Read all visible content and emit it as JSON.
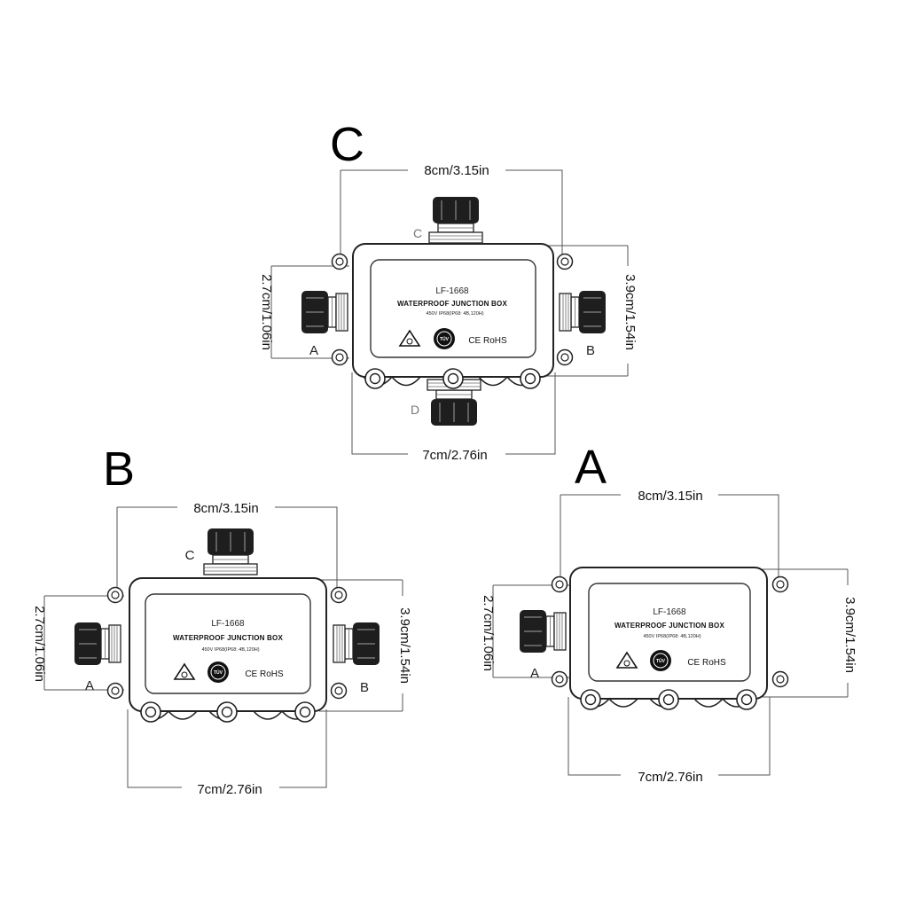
{
  "variants": {
    "C": {
      "letter": "C",
      "top_dim": "8cm/3.15in",
      "bottom_dim": "7cm/2.76in",
      "left_dim": "2.7cm/1.06in",
      "right_dim": "3.9cm/1.54in",
      "port_left": "A",
      "port_right": "B",
      "port_top": "C",
      "port_bottom": "D",
      "label_model": "LF-1668",
      "label_title": "WATERPROOF JUNCTION BOX",
      "label_specs": "450V  IP68(IP68: 4B,120H)",
      "label_cert": "CE RoHS"
    },
    "B": {
      "letter": "B",
      "top_dim": "8cm/3.15in",
      "bottom_dim": "7cm/2.76in",
      "left_dim": "2.7cm/1.06in",
      "right_dim": "3.9cm/1.54in",
      "port_left": "A",
      "port_right": "B",
      "port_top": "C",
      "label_model": "LF-1668",
      "label_title": "WATERPROOF JUNCTION BOX",
      "label_specs": "450V  IP68(IP68: 4B,120H)",
      "label_cert": "CE RoHS"
    },
    "A": {
      "letter": "A",
      "top_dim": "8cm/3.15in",
      "bottom_dim": "7cm/2.76in",
      "left_dim": "2.7cm/1.06in",
      "right_dim": "3.9cm/1.54in",
      "port_left": "A",
      "label_model": "LF-1668",
      "label_title": "WATERPROOF JUNCTION BOX",
      "label_specs": "450V  IP68(IP68: 4B,120H)",
      "label_cert": "CE RoHS"
    }
  },
  "icons": {
    "cert_mark_1": "triangle-cert-icon",
    "cert_mark_2": "round-cert-icon"
  }
}
